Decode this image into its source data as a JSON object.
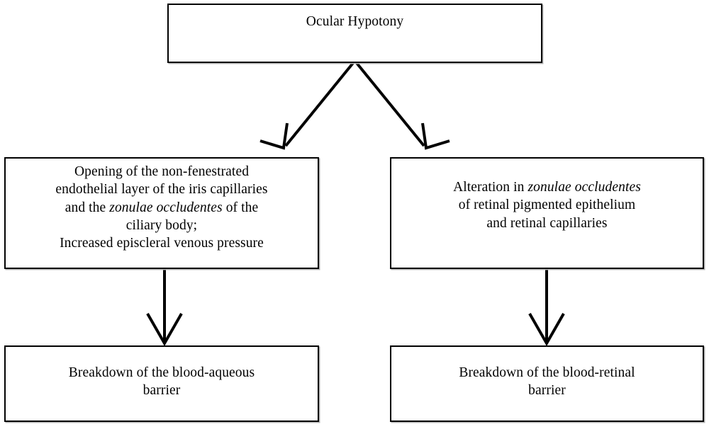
{
  "diagram": {
    "title": "Ocular Hypotony pathophysiology flowchart",
    "colors": {
      "box_border": "#000000",
      "box_fill": "#ffffff",
      "shadow": "#b4b4b4",
      "arrow": "#000000",
      "text": "#000000"
    },
    "nodes": {
      "top": {
        "id": "ocular-hypotony",
        "text": "Ocular Hypotony"
      },
      "mid_left": {
        "id": "iris-capillaries-ciliary-body",
        "line1": "Opening of the non-fenestrated",
        "line2": "endothelial layer of the iris capillaries",
        "line3_a": "and the ",
        "line3_italic": "zonulae occludentes",
        "line3_b": " of the",
        "line4": "ciliary body;",
        "line5": "Increased episcleral venous pressure"
      },
      "mid_right": {
        "id": "retinal-pigmented-epithelium",
        "line1_a": "Alteration in ",
        "line1_italic": "zonulae occludentes",
        "line2": "of retinal pigmented epithelium",
        "line3": "and retinal capillaries"
      },
      "bottom_left": {
        "id": "blood-aqueous-barrier",
        "line1": "Breakdown of the blood-aqueous",
        "line2": "barrier"
      },
      "bottom_right": {
        "id": "blood-retinal-barrier",
        "line1": "Breakdown of the blood-retinal",
        "line2": "barrier"
      }
    },
    "edges": [
      {
        "id": "edge-top-to-mid-left",
        "from": "ocular-hypotony",
        "to": "iris-capillaries-ciliary-body",
        "style": "open-arrow-diagonal"
      },
      {
        "id": "edge-top-to-mid-right",
        "from": "ocular-hypotony",
        "to": "retinal-pigmented-epithelium",
        "style": "open-arrow-diagonal"
      },
      {
        "id": "edge-mid-left-to-bottom-left",
        "from": "iris-capillaries-ciliary-body",
        "to": "blood-aqueous-barrier",
        "style": "open-arrow-vertical"
      },
      {
        "id": "edge-mid-right-to-bottom-right",
        "from": "retinal-pigmented-epithelium",
        "to": "blood-retinal-barrier",
        "style": "open-arrow-vertical"
      }
    ]
  }
}
